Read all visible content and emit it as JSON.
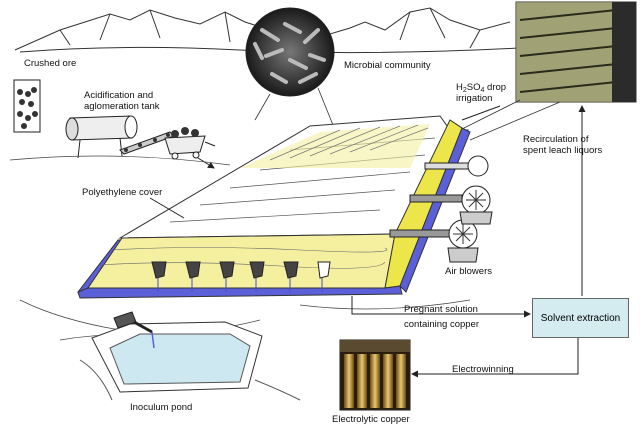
{
  "labels": {
    "crushed_ore": "Crushed ore",
    "acidification_line1": "Acidification and",
    "acidification_line2": "aglomeration tank",
    "microbial_community": "Microbial community",
    "h2so4_prefix": "H",
    "h2so4_sub": "2",
    "h2so4_suffix": "SO",
    "h2so4_sub2": "4",
    "h2so4_rest": " drop",
    "irrigation": "irrigation",
    "recirculation_line1": "Recirculation of",
    "recirculation_line2": "spent leach liquors",
    "polyethylene_cover": "Polyethylene cover",
    "air_blowers": "Air blowers",
    "pregnant_line1": "Pregnant solution",
    "pregnant_line2": "containing copper",
    "solvent_extraction": "Solvent extraction",
    "electrowinning": "Electrowinning",
    "inoculum_pond": "Inoculum pond",
    "electrolytic_copper": "Electrolytic copper"
  },
  "colors": {
    "heap_yellow": "#f4f0a0",
    "bright_yellow": "#ece64a",
    "liner_blue": "#5b5fd8",
    "box_fill": "#d4ecf0",
    "pond_water": "#cde8f0"
  }
}
